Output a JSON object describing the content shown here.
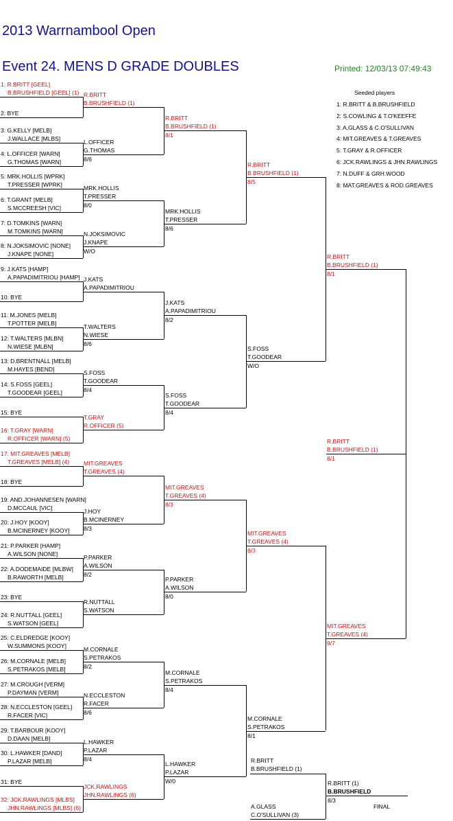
{
  "header": {
    "tournament": "2013 Warrnambool Open",
    "event": "Event 24. MENS D GRADE DOUBLES",
    "printed": "Printed: 12/03/13 07:49:43"
  },
  "seeded": {
    "title": "Seeded players",
    "list": [
      "1: R.BRITT & B.BRUSHFIELD",
      "2: S.COWLING & T.O'KEEFFE",
      "3: A.GLASS & C.O'SULLIVAN",
      "4: MIT.GREAVES & T.GREAVES",
      "5: T.GRAY & R.OFFICER",
      "6: JCK.RAWLINGS & JHN.RAWLINGS",
      "7: N.DUFF & GRH.WOOD",
      "8: MAT.GREAVES & ROD.GREAVES"
    ]
  },
  "round1": [
    [
      "1: R.BRITT [GEEL]",
      "B.BRUSHFIELD [GEEL] (1)"
    ],
    [
      "2: BYE",
      ""
    ],
    [
      "3: G.KELLY [MELB]",
      "J.WALLACE [MLBS]"
    ],
    [
      "4: L.OFFICER [WARN]",
      "G.THOMAS [WARN]"
    ],
    [
      "5: MRK.HOLLIS [WPRK]",
      "T.PRESSER [WPRK]"
    ],
    [
      "6: T.GRANT [MELB]",
      "S.MCCREESH [VIC]"
    ],
    [
      "7: D.TOMKINS [WARN]",
      "M.TOMKINS [WARN]"
    ],
    [
      "8: N.JOKSIMOVIC [NONE]",
      "J.KNAPE [NONE]"
    ],
    [
      "9: J.KATS [HAMP]",
      "A.PAPADIMITRIOU [HAMP]"
    ],
    [
      "10: BYE",
      ""
    ],
    [
      "11: M.JONES [MELB]",
      "T.POTTER [MELB]"
    ],
    [
      "12: T.WALTERS [MLBN]",
      "N.WIESE [MLBN]"
    ],
    [
      "13: D.BRENTNALL [MELB]",
      "M.HAYES [BEND]"
    ],
    [
      "14: S.FOSS [GEEL]",
      "T.GOODEAR [GEEL]"
    ],
    [
      "15: BYE",
      ""
    ],
    [
      "16: T.GRAY [WARN]",
      "R.OFFICER [WARN] (5)"
    ],
    [
      "17: MIT.GREAVES [MELB]",
      "T.GREAVES [MELB] (4)"
    ],
    [
      "18: BYE",
      ""
    ],
    [
      "19: AND.JOHANNESEN [WARN]",
      "D.MCCAUL [VIC]"
    ],
    [
      "20: J.HOY [KOOY]",
      "B.MCINERNEY [KOOY]"
    ],
    [
      "21: P.PARKER [HAMP]",
      "A.WILSON [NONE]"
    ],
    [
      "22: A.DODEMAIDE [MLBW]",
      "B.RAWORTH [MELB]"
    ],
    [
      "23: BYE",
      ""
    ],
    [
      "24: R.NUTTALL [GEEL]",
      "S.WATSON [GEEL]"
    ],
    [
      "25: C.ELDREDGE [KOOY]",
      "W.SUMMONS [KOOY]"
    ],
    [
      "26: M.CORNALE [MELB]",
      "S.PETRAKOS [MELB]"
    ],
    [
      "27: M.CROUGH [VERM]",
      "P.DAYMAN [VERM]"
    ],
    [
      "28: N.ECCLESTON [GEEL]",
      "R.FACER [VIC]"
    ],
    [
      "29: T.BARBOUR [KOOY]",
      "D.DAAN [MELB]"
    ],
    [
      "30: L.HAWKER [DAND]",
      "P.LAZAR [MELB]"
    ],
    [
      "31: BYE",
      ""
    ],
    [
      "32: JCK.RAWLINGS [MLBS]",
      "JHN.RAWLINGS [MLBS] (6)"
    ]
  ],
  "round2": [
    [
      "R.BRITT",
      "B.BRUSHFIELD (1)",
      ""
    ],
    [
      "L.OFFICER",
      "G.THOMAS",
      "8/6"
    ],
    [
      "MRK.HOLLIS",
      "T.PRESSER",
      "8/0"
    ],
    [
      "N.JOKSIMOVIC",
      "J.KNAPE",
      "W/O"
    ],
    [
      "J.KATS",
      "A.PAPADIMITRIOU",
      ""
    ],
    [
      "T.WALTERS",
      "N.WIESE",
      "8/6"
    ],
    [
      "S.FOSS",
      "T.GOODEAR",
      "8/4"
    ],
    [
      "T.GRAY",
      "R.OFFICER (5)",
      ""
    ],
    [
      "MIT.GREAVES",
      "T.GREAVES (4)",
      ""
    ],
    [
      "J.HOY",
      "B.MCINERNEY",
      "8/3"
    ],
    [
      "P.PARKER",
      "A.WILSON",
      "8/2"
    ],
    [
      "R.NUTTALL",
      "S.WATSON",
      ""
    ],
    [
      "M.CORNALE",
      "S.PETRAKOS",
      "8/2"
    ],
    [
      "N.ECCLESTON",
      "R.FACER",
      "8/6"
    ],
    [
      "L.HAWKER",
      "P.LAZAR",
      "8/4"
    ],
    [
      "JCK.RAWLINGS",
      "JHN.RAWLINGS (6)",
      ""
    ]
  ],
  "round3": [
    [
      "R.BRITT",
      "B.BRUSHFIELD (1)",
      "8/1"
    ],
    [
      "MRK.HOLLIS",
      "T.PRESSER",
      "8/6"
    ],
    [
      "J.KATS",
      "A.PAPADIMITRIOU",
      "8/2"
    ],
    [
      "S.FOSS",
      "T.GOODEAR",
      "8/4"
    ],
    [
      "MIT.GREAVES",
      "T.GREAVES (4)",
      "8/3"
    ],
    [
      "P.PARKER",
      "A.WILSON",
      "8/0"
    ],
    [
      "M.CORNALE",
      "S.PETRAKOS",
      "8/4"
    ],
    [
      "L.HAWKER",
      "P.LAZAR",
      "W/0"
    ]
  ],
  "round4": [
    [
      "R.BRITT",
      "B.BRUSHFIELD (1)",
      "8/5"
    ],
    [
      "S.FOSS",
      "T.GOODEAR",
      "W/O"
    ],
    [
      "MIT.GREAVES",
      "T.GREAVES (4)",
      "8/3"
    ],
    [
      "M.CORNALE",
      "S.PETRAKOS",
      "8/1"
    ]
  ],
  "round5": [
    [
      "R.BRITT",
      "B.BRUSHFIELD (1)",
      "8/1"
    ],
    [
      "MIT.GREAVES",
      "T.GREAVES (4)",
      "9/7"
    ]
  ],
  "round6": [
    [
      "R.BRITT",
      "B.BRUSHFIELD (1)",
      "8/1"
    ]
  ],
  "final": {
    "top": [
      "R.BRITT",
      "B.BRUSHFIELD (1)"
    ],
    "bottom": [
      "A.GLASS",
      "C.O'SULLIVAN (3)"
    ],
    "winner": [
      "R.BRITT (1)",
      "B.BRUSHFIELD"
    ],
    "score": "8/3",
    "label": "FINAL"
  }
}
